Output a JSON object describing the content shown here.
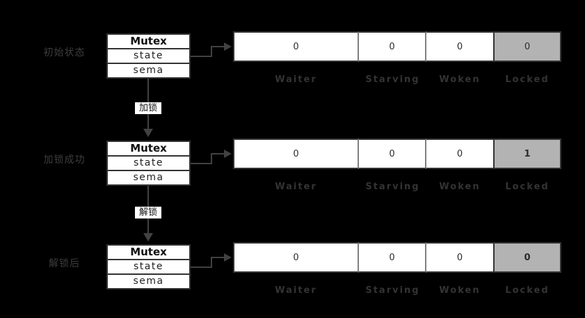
{
  "colors": {
    "background": "#000000",
    "box_border": "#333333",
    "inner_divider": "#808080",
    "locked_cell_fill": "#b3b3b3",
    "arrow_gray": "#414141",
    "muted_text_gray": "#3d3d3d"
  },
  "sections": [
    {
      "label": "初始状态",
      "mutex": {
        "title": "Mutex",
        "field_state": "state",
        "field_sema": "sema"
      },
      "cells": [
        {
          "name": "Waiter",
          "value": "0",
          "value_class": "cell-value"
        },
        {
          "name": "Starving",
          "value": "0",
          "value_class": "cell-value"
        },
        {
          "name": "Woken",
          "value": "0",
          "value_class": "cell-value"
        },
        {
          "name": "Locked",
          "value": "0",
          "value_class": "cell-value"
        }
      ]
    },
    {
      "label": "加锁成功",
      "mutex": {
        "title": "Mutex",
        "field_state": "state",
        "field_sema": "sema"
      },
      "cells": [
        {
          "name": "Waiter",
          "value": "0",
          "value_class": "cell-value"
        },
        {
          "name": "Starving",
          "value": "0",
          "value_class": "cell-value"
        },
        {
          "name": "Woken",
          "value": "0",
          "value_class": "cell-value"
        },
        {
          "name": "Locked",
          "value": "1",
          "value_class": "cell-value bold"
        }
      ]
    },
    {
      "label": "解锁后",
      "mutex": {
        "title": "Mutex",
        "field_state": "state",
        "field_sema": "sema"
      },
      "cells": [
        {
          "name": "Waiter",
          "value": "0",
          "value_class": "cell-value"
        },
        {
          "name": "Starving",
          "value": "0",
          "value_class": "cell-value"
        },
        {
          "name": "Woken",
          "value": "0",
          "value_class": "cell-value"
        },
        {
          "name": "Locked",
          "value": "0",
          "value_class": "cell-value bold"
        }
      ]
    }
  ],
  "transitions": [
    {
      "label": "加锁"
    },
    {
      "label": "解锁"
    }
  ]
}
